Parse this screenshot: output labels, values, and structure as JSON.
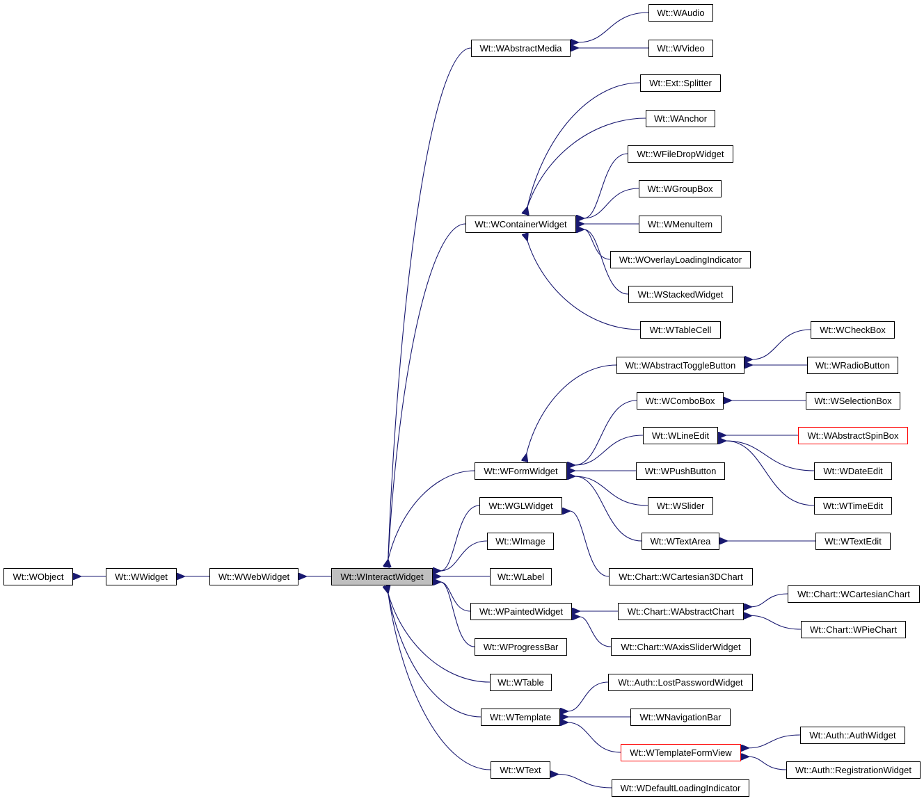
{
  "nodes": [
    {
      "id": "WObject",
      "label": "Wt::WObject"
    },
    {
      "id": "WWidget",
      "label": "Wt::WWidget"
    },
    {
      "id": "WWebWidget",
      "label": "Wt::WWebWidget"
    },
    {
      "id": "WInteractWidget",
      "label": "Wt::WInteractWidget",
      "current": true
    },
    {
      "id": "WAbstractMedia",
      "label": "Wt::WAbstractMedia"
    },
    {
      "id": "WAudio",
      "label": "Wt::WAudio"
    },
    {
      "id": "WVideo",
      "label": "Wt::WVideo"
    },
    {
      "id": "WContainerWidget",
      "label": "Wt::WContainerWidget"
    },
    {
      "id": "Splitter",
      "label": "Wt::Ext::Splitter"
    },
    {
      "id": "WAnchor",
      "label": "Wt::WAnchor"
    },
    {
      "id": "WFileDropWidget",
      "label": "Wt::WFileDropWidget"
    },
    {
      "id": "WGroupBox",
      "label": "Wt::WGroupBox"
    },
    {
      "id": "WMenuItem",
      "label": "Wt::WMenuItem"
    },
    {
      "id": "WOverlayLoadingIndicator",
      "label": "Wt::WOverlayLoadingIndicator"
    },
    {
      "id": "WStackedWidget",
      "label": "Wt::WStackedWidget"
    },
    {
      "id": "WTableCell",
      "label": "Wt::WTableCell"
    },
    {
      "id": "WAbstractToggleButton",
      "label": "Wt::WAbstractToggleButton"
    },
    {
      "id": "WCheckBox",
      "label": "Wt::WCheckBox"
    },
    {
      "id": "WRadioButton",
      "label": "Wt::WRadioButton"
    },
    {
      "id": "WComboBox",
      "label": "Wt::WComboBox"
    },
    {
      "id": "WSelectionBox",
      "label": "Wt::WSelectionBox"
    },
    {
      "id": "WLineEdit",
      "label": "Wt::WLineEdit"
    },
    {
      "id": "WAbstractSpinBox",
      "label": "Wt::WAbstractSpinBox",
      "red": true
    },
    {
      "id": "WDateEdit",
      "label": "Wt::WDateEdit"
    },
    {
      "id": "WTimeEdit",
      "label": "Wt::WTimeEdit"
    },
    {
      "id": "WFormWidget",
      "label": "Wt::WFormWidget"
    },
    {
      "id": "WPushButton",
      "label": "Wt::WPushButton"
    },
    {
      "id": "WSlider",
      "label": "Wt::WSlider"
    },
    {
      "id": "WTextArea",
      "label": "Wt::WTextArea"
    },
    {
      "id": "WTextEdit",
      "label": "Wt::WTextEdit"
    },
    {
      "id": "WGLWidget",
      "label": "Wt::WGLWidget"
    },
    {
      "id": "WCartesian3DChart",
      "label": "Wt::Chart::WCartesian3DChart"
    },
    {
      "id": "WImage",
      "label": "Wt::WImage"
    },
    {
      "id": "WLabel",
      "label": "Wt::WLabel"
    },
    {
      "id": "WPaintedWidget",
      "label": "Wt::WPaintedWidget"
    },
    {
      "id": "WAbstractChart",
      "label": "Wt::Chart::WAbstractChart"
    },
    {
      "id": "WCartesianChart",
      "label": "Wt::Chart::WCartesianChart"
    },
    {
      "id": "WPieChart",
      "label": "Wt::Chart::WPieChart"
    },
    {
      "id": "WAxisSliderWidget",
      "label": "Wt::Chart::WAxisSliderWidget"
    },
    {
      "id": "WProgressBar",
      "label": "Wt::WProgressBar"
    },
    {
      "id": "WTable",
      "label": "Wt::WTable"
    },
    {
      "id": "WTemplate",
      "label": "Wt::WTemplate"
    },
    {
      "id": "LostPasswordWidget",
      "label": "Wt::Auth::LostPasswordWidget"
    },
    {
      "id": "WNavigationBar",
      "label": "Wt::WNavigationBar"
    },
    {
      "id": "WTemplateFormView",
      "label": "Wt::WTemplateFormView",
      "red": true
    },
    {
      "id": "AuthWidget",
      "label": "Wt::Auth::AuthWidget"
    },
    {
      "id": "RegistrationWidget",
      "label": "Wt::Auth::RegistrationWidget"
    },
    {
      "id": "WText",
      "label": "Wt::WText"
    },
    {
      "id": "WDefaultLoadingIndicator",
      "label": "Wt::WDefaultLoadingIndicator"
    }
  ],
  "edges": [
    {
      "from": "WObject",
      "to": "WWidget"
    },
    {
      "from": "WWidget",
      "to": "WWebWidget"
    },
    {
      "from": "WWebWidget",
      "to": "WInteractWidget"
    },
    {
      "from": "WInteractWidget",
      "to": "WAbstractMedia"
    },
    {
      "from": "WAbstractMedia",
      "to": "WAudio"
    },
    {
      "from": "WAbstractMedia",
      "to": "WVideo"
    },
    {
      "from": "WInteractWidget",
      "to": "WContainerWidget"
    },
    {
      "from": "WContainerWidget",
      "to": "Splitter"
    },
    {
      "from": "WContainerWidget",
      "to": "WAnchor"
    },
    {
      "from": "WContainerWidget",
      "to": "WFileDropWidget"
    },
    {
      "from": "WContainerWidget",
      "to": "WGroupBox"
    },
    {
      "from": "WContainerWidget",
      "to": "WMenuItem"
    },
    {
      "from": "WContainerWidget",
      "to": "WOverlayLoadingIndicator"
    },
    {
      "from": "WContainerWidget",
      "to": "WStackedWidget"
    },
    {
      "from": "WContainerWidget",
      "to": "WTableCell"
    },
    {
      "from": "WInteractWidget",
      "to": "WFormWidget"
    },
    {
      "from": "WFormWidget",
      "to": "WAbstractToggleButton"
    },
    {
      "from": "WAbstractToggleButton",
      "to": "WCheckBox"
    },
    {
      "from": "WAbstractToggleButton",
      "to": "WRadioButton"
    },
    {
      "from": "WFormWidget",
      "to": "WComboBox"
    },
    {
      "from": "WComboBox",
      "to": "WSelectionBox"
    },
    {
      "from": "WFormWidget",
      "to": "WLineEdit"
    },
    {
      "from": "WLineEdit",
      "to": "WAbstractSpinBox"
    },
    {
      "from": "WLineEdit",
      "to": "WDateEdit"
    },
    {
      "from": "WLineEdit",
      "to": "WTimeEdit"
    },
    {
      "from": "WFormWidget",
      "to": "WPushButton"
    },
    {
      "from": "WFormWidget",
      "to": "WSlider"
    },
    {
      "from": "WFormWidget",
      "to": "WTextArea"
    },
    {
      "from": "WTextArea",
      "to": "WTextEdit"
    },
    {
      "from": "WInteractWidget",
      "to": "WGLWidget"
    },
    {
      "from": "WGLWidget",
      "to": "WCartesian3DChart"
    },
    {
      "from": "WInteractWidget",
      "to": "WImage"
    },
    {
      "from": "WInteractWidget",
      "to": "WLabel"
    },
    {
      "from": "WInteractWidget",
      "to": "WPaintedWidget"
    },
    {
      "from": "WPaintedWidget",
      "to": "WAbstractChart"
    },
    {
      "from": "WAbstractChart",
      "to": "WCartesianChart"
    },
    {
      "from": "WAbstractChart",
      "to": "WPieChart"
    },
    {
      "from": "WPaintedWidget",
      "to": "WAxisSliderWidget"
    },
    {
      "from": "WInteractWidget",
      "to": "WProgressBar"
    },
    {
      "from": "WInteractWidget",
      "to": "WTable"
    },
    {
      "from": "WInteractWidget",
      "to": "WTemplate"
    },
    {
      "from": "WTemplate",
      "to": "LostPasswordWidget"
    },
    {
      "from": "WTemplate",
      "to": "WNavigationBar"
    },
    {
      "from": "WTemplate",
      "to": "WTemplateFormView"
    },
    {
      "from": "WTemplateFormView",
      "to": "AuthWidget"
    },
    {
      "from": "WTemplateFormView",
      "to": "RegistrationWidget"
    },
    {
      "from": "WInteractWidget",
      "to": "WText"
    },
    {
      "from": "WText",
      "to": "WDefaultLoadingIndicator"
    }
  ],
  "colors": {
    "edge": "#191970",
    "current_fill": "#bfbfbf",
    "highlight_border": "#ff0000"
  }
}
